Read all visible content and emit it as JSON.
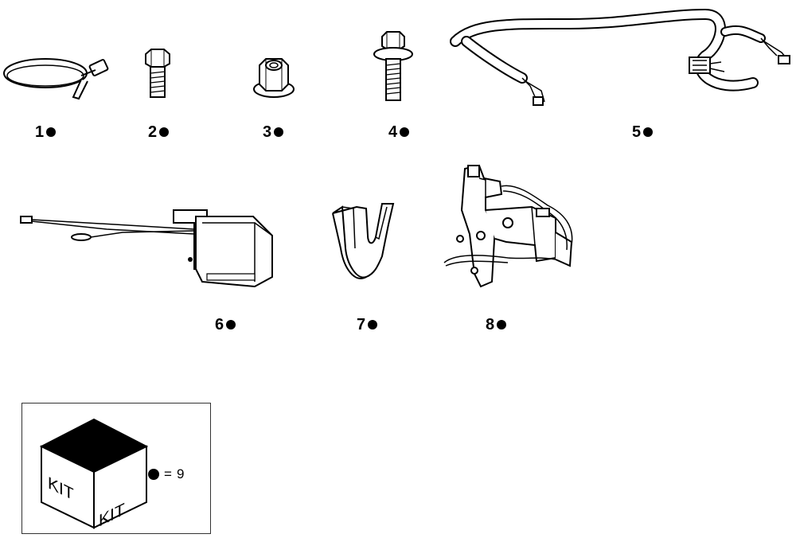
{
  "parts": [
    {
      "id": "1",
      "icon": "cable-tie-icon"
    },
    {
      "id": "2",
      "icon": "hex-bolt-icon"
    },
    {
      "id": "3",
      "icon": "flange-nut-icon"
    },
    {
      "id": "4",
      "icon": "flange-bolt-icon"
    },
    {
      "id": "5",
      "icon": "wiring-harness-icon"
    },
    {
      "id": "6",
      "icon": "relay-box-icon"
    },
    {
      "id": "7",
      "icon": "bracket-icon"
    },
    {
      "id": "8",
      "icon": "switch-assembly-icon"
    }
  ],
  "kit": {
    "face_left": "KIT",
    "face_right": "KIT",
    "legend_equals": "=",
    "legend_quantity": "9"
  },
  "colors": {
    "ink": "#000000",
    "background": "#ffffff",
    "frame": "#333333"
  }
}
